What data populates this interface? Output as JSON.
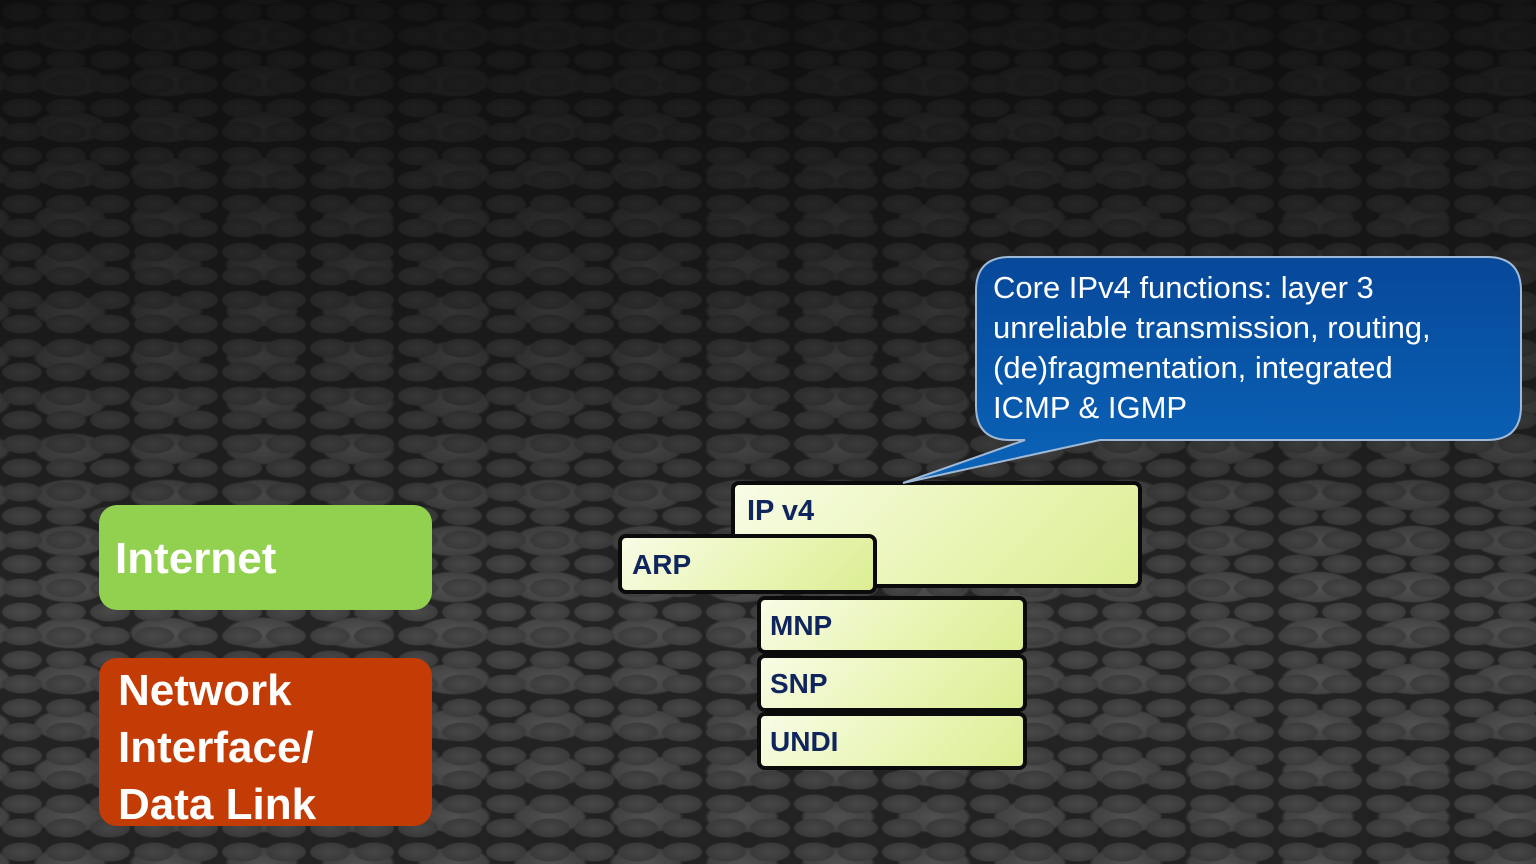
{
  "layers": {
    "internet": "Internet",
    "network_interface": [
      "Network",
      "Interface/",
      "Data Link"
    ]
  },
  "protocols": {
    "ipv4": "IP v4",
    "arp": "ARP",
    "mnp": "MNP",
    "snp": "SNP",
    "undi": "UNDI"
  },
  "callout": {
    "lines": [
      "Core IPv4 functions: layer 3",
      "unreliable transmission, routing,",
      "(de)fragmentation, integrated",
      "ICMP & IGMP"
    ]
  },
  "colors": {
    "internet": "#92d050",
    "network_interface": "#c33b05",
    "protocol_box": "#e9f5b5",
    "protocol_text": "#10255e",
    "callout": "#0a5aa8"
  }
}
